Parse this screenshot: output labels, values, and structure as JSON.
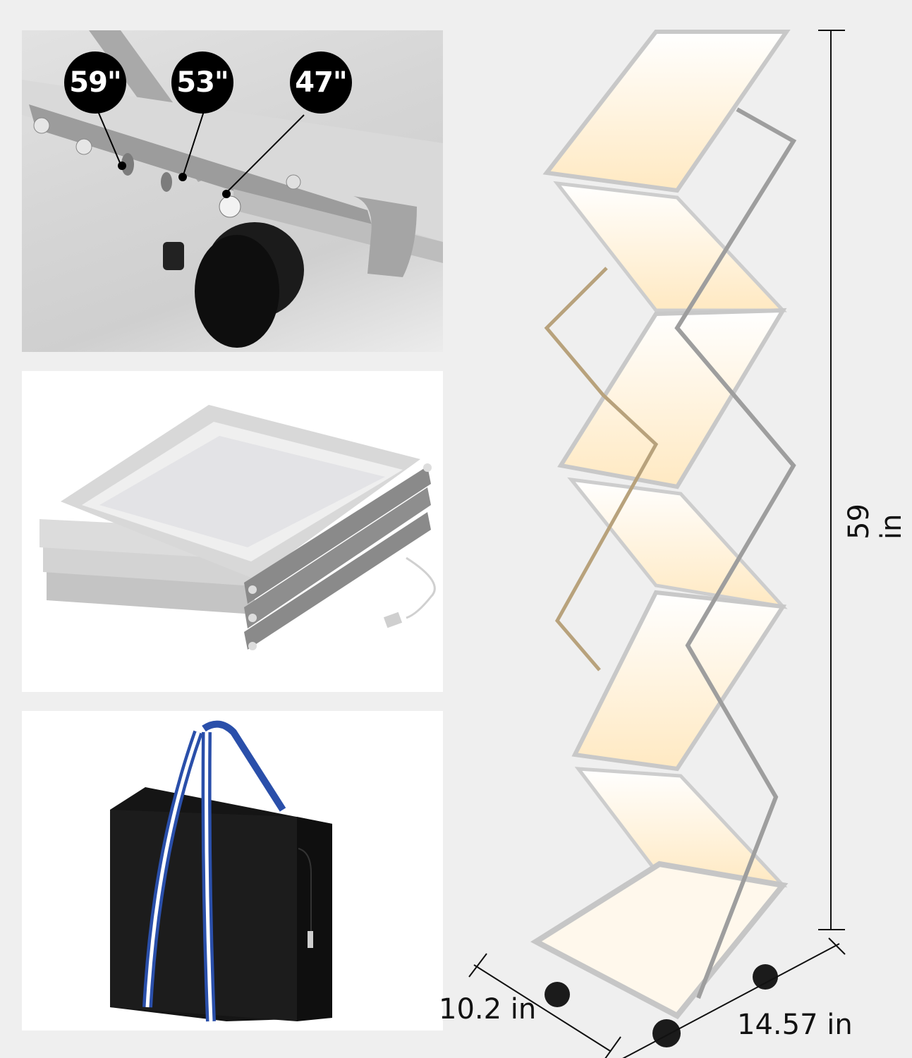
{
  "panels": {
    "height_adjust": {
      "callouts": [
        {
          "label": "59\""
        },
        {
          "label": "53\""
        },
        {
          "label": "47\""
        }
      ]
    },
    "folded": {
      "description": "Folded stand with USB cable"
    },
    "carry_bag": {
      "description": "Black carry bag with blue and white straps"
    }
  },
  "product": {
    "dimensions": {
      "height": "59 in",
      "depth": "10.2 in",
      "width": "14.57 in"
    }
  },
  "colors": {
    "background": "#efefef",
    "callout_fill": "#000000",
    "strap_blue": "#2a4faa",
    "bag_black": "#151515",
    "frame_silver": "#c9c9c9",
    "glow": "#ffc64a"
  }
}
